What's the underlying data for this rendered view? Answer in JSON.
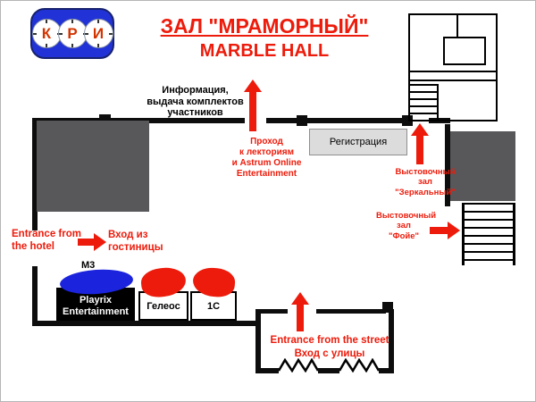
{
  "logo": {
    "letters": [
      "К",
      "Р",
      "И"
    ]
  },
  "title": {
    "ru": "ЗАЛ \"МРАМОРНЫЙ\"",
    "en": "MARBLE HALL"
  },
  "annotations": {
    "info_desk": "Информация,\nвыдача комплектов\nучастников",
    "passage": "Проход\nк лекториям\nи Astrum Online\nEntertainment",
    "registration": "Регистрация",
    "hall_mirror": "Выстовочный\nзал\n\"Зеркальный\"",
    "hall_foyer": "Выстовочный\nзал\n\"Фойе\"",
    "entrance_hotel_en": "Entrance from\nthe hotel",
    "entrance_hotel_ru": "Вход из\nгостиницы",
    "entrance_street_en": "Entrance from the street",
    "entrance_street_ru": "Вход с улицы"
  },
  "booths": {
    "label_m3": "М3",
    "playrix": "Playrix\nEntertainment",
    "geleos": "Гелеос",
    "one_c": "1С"
  },
  "colors": {
    "accent_red": "#ed1b0b",
    "logo_blue": "#2133d6",
    "stage_gray": "#58585a",
    "registration_bg": "#dcdcdc",
    "booth_blue": "#1b24dc"
  }
}
